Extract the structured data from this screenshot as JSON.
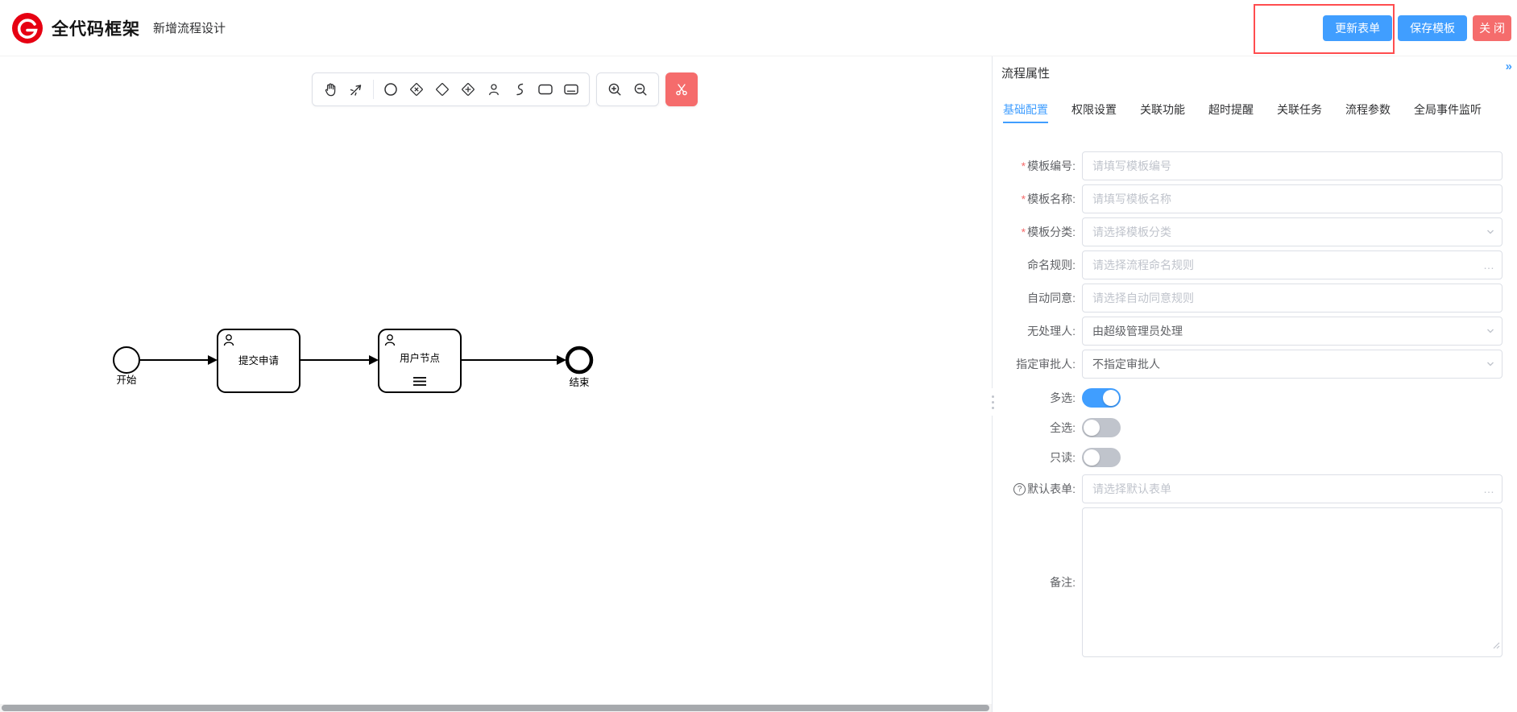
{
  "header": {
    "brand": "全代码框架",
    "page_title": "新增流程设计",
    "update_form_button": "更新表单",
    "save_template_button": "保存模板",
    "close_button": "关 闭"
  },
  "toolbar": {
    "tools": [
      "hand-tool",
      "connection-tool",
      "start-event",
      "exclusive-gateway",
      "gateway",
      "parallel-gateway",
      "user-task",
      "script-task",
      "task",
      "subprocess",
      "zoom-in",
      "zoom-out",
      "clear"
    ]
  },
  "flow": {
    "start": "开始",
    "task1": "提交申请",
    "task2": "用户节点",
    "end": "结束"
  },
  "panel": {
    "title": "流程属性",
    "collapse_icon": "»",
    "required_mark": "*",
    "ellipsis_icon": "…",
    "tabs": [
      {
        "label": "基础配置",
        "active": true
      },
      {
        "label": "权限设置",
        "active": false
      },
      {
        "label": "关联功能",
        "active": false
      },
      {
        "label": "超时提醒",
        "active": false
      },
      {
        "label": "关联任务",
        "active": false
      },
      {
        "label": "流程参数",
        "active": false
      },
      {
        "label": "全局事件监听",
        "active": false
      }
    ],
    "fields": {
      "template_code": {
        "label": "模板编号:",
        "required": true,
        "placeholder": "请填写模板编号",
        "value": ""
      },
      "template_name": {
        "label": "模板名称:",
        "required": true,
        "placeholder": "请填写模板名称",
        "value": ""
      },
      "template_category": {
        "label": "模板分类:",
        "required": true,
        "placeholder": "请选择模板分类"
      },
      "naming_rule": {
        "label": "命名规则:",
        "placeholder": "请选择流程命名规则",
        "value": ""
      },
      "auto_agree": {
        "label": "自动同意:",
        "placeholder": "请选择自动同意规则",
        "value": ""
      },
      "no_handler": {
        "label": "无处理人:",
        "value": "由超级管理员处理"
      },
      "assigned_approver": {
        "label": "指定审批人:",
        "value": "不指定审批人"
      },
      "default_form": {
        "label": "默认表单:",
        "placeholder": "请选择默认表单",
        "help_icon": "?",
        "value": ""
      },
      "remark": {
        "label": "备注:",
        "value": ""
      }
    },
    "toggles": [
      {
        "label": "多选:",
        "on": true
      },
      {
        "label": "全选:",
        "on": false
      },
      {
        "label": "只读:",
        "on": false
      }
    ]
  },
  "colors": {
    "primary": "#409eff",
    "danger": "#f56c6c",
    "highlight": "#ff4d4f",
    "logo_red": "#e60012"
  }
}
